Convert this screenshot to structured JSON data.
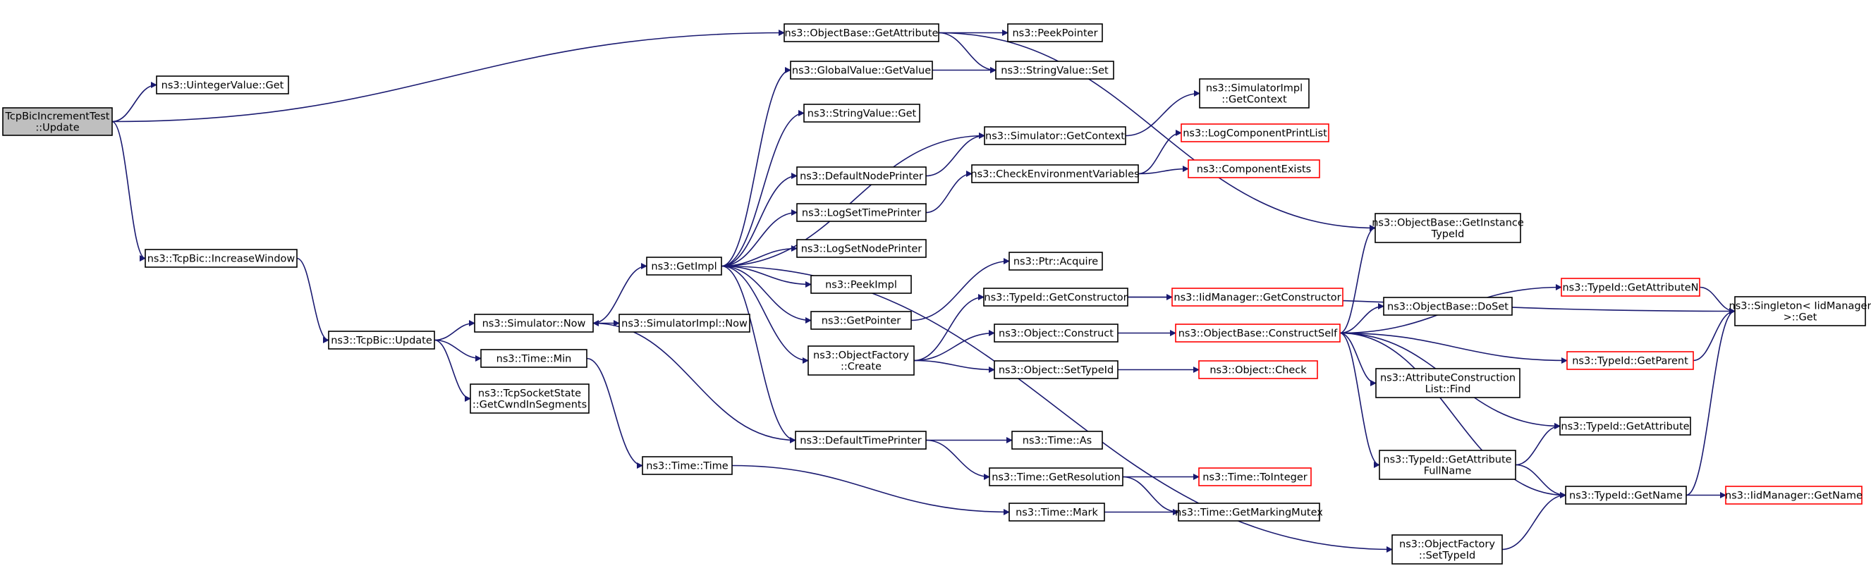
{
  "colors": {
    "edge": "#191970",
    "node_border": "#000000",
    "node_border_incomplete": "#ff0000",
    "node_fill": "#ffffff",
    "root_fill": "#bfbfbf",
    "text": "#000000"
  },
  "nodes": [
    {
      "id": "root",
      "lines": [
        "TcpBicIncrementTest",
        "::Update"
      ],
      "style": "root"
    },
    {
      "id": "uintget",
      "lines": [
        "ns3::UintegerValue::Get"
      ]
    },
    {
      "id": "incwin",
      "lines": [
        "ns3::TcpBic::IncreaseWindow"
      ]
    },
    {
      "id": "bicupdate",
      "lines": [
        "ns3::TcpBic::Update"
      ]
    },
    {
      "id": "simnow",
      "lines": [
        "ns3::Simulator::Now"
      ]
    },
    {
      "id": "timemin",
      "lines": [
        "ns3::Time::Min"
      ]
    },
    {
      "id": "cwnd",
      "lines": [
        "ns3::TcpSocketState",
        "::GetCwndInSegments"
      ]
    },
    {
      "id": "simimplnow",
      "lines": [
        "ns3::SimulatorImpl::Now"
      ]
    },
    {
      "id": "timetime",
      "lines": [
        "ns3::Time::Time"
      ]
    },
    {
      "id": "getimpl",
      "lines": [
        "ns3::GetImpl"
      ]
    },
    {
      "id": "obgetattr",
      "lines": [
        "ns3::ObjectBase::GetAttribute"
      ]
    },
    {
      "id": "gvget",
      "lines": [
        "ns3::GlobalValue::GetValue"
      ]
    },
    {
      "id": "svget",
      "lines": [
        "ns3::StringValue::Get"
      ]
    },
    {
      "id": "defnode",
      "lines": [
        "ns3::DefaultNodePrinter"
      ]
    },
    {
      "id": "logsettime",
      "lines": [
        "ns3::LogSetTimePrinter"
      ]
    },
    {
      "id": "logsetnode",
      "lines": [
        "ns3::LogSetNodePrinter"
      ]
    },
    {
      "id": "peekimpl",
      "lines": [
        "ns3::PeekImpl"
      ]
    },
    {
      "id": "getpointer",
      "lines": [
        "ns3::GetPointer"
      ]
    },
    {
      "id": "ofcreate",
      "lines": [
        "ns3::ObjectFactory",
        "::Create"
      ]
    },
    {
      "id": "deftime",
      "lines": [
        "ns3::DefaultTimePrinter"
      ]
    },
    {
      "id": "peekptr",
      "lines": [
        "ns3::PeekPointer"
      ]
    },
    {
      "id": "svset",
      "lines": [
        "ns3::StringValue::Set"
      ]
    },
    {
      "id": "simgetctx",
      "lines": [
        "ns3::Simulator::GetContext"
      ]
    },
    {
      "id": "checkenv",
      "lines": [
        "ns3::CheckEnvironmentVariables"
      ]
    },
    {
      "id": "ptracq",
      "lines": [
        "ns3::Ptr::Acquire"
      ]
    },
    {
      "id": "tidgetctor",
      "lines": [
        "ns3::TypeId::GetConstructor"
      ]
    },
    {
      "id": "objconstruct",
      "lines": [
        "ns3::Object::Construct"
      ]
    },
    {
      "id": "objsettid",
      "lines": [
        "ns3::Object::SetTypeId"
      ]
    },
    {
      "id": "timeas",
      "lines": [
        "ns3::Time::As"
      ]
    },
    {
      "id": "getres",
      "lines": [
        "ns3::Time::GetResolution"
      ]
    },
    {
      "id": "timemark",
      "lines": [
        "ns3::Time::Mark"
      ]
    },
    {
      "id": "simimplctx",
      "lines": [
        "ns3::SimulatorImpl",
        "::GetContext"
      ]
    },
    {
      "id": "logcomp",
      "lines": [
        "ns3::LogComponentPrintList"
      ],
      "style": "incomplete"
    },
    {
      "id": "compexists",
      "lines": [
        "ns3::ComponentExists"
      ],
      "style": "incomplete"
    },
    {
      "id": "iidgetctor",
      "lines": [
        "ns3::IidManager::GetConstructor"
      ],
      "style": "incomplete"
    },
    {
      "id": "constructself",
      "lines": [
        "ns3::ObjectBase::ConstructSelf"
      ],
      "style": "incomplete"
    },
    {
      "id": "objcheck",
      "lines": [
        "ns3::Object::Check"
      ],
      "style": "incomplete"
    },
    {
      "id": "tointeger",
      "lines": [
        "ns3::Time::ToInteger"
      ],
      "style": "incomplete"
    },
    {
      "id": "getmutex",
      "lines": [
        "ns3::Time::GetMarkingMutex"
      ]
    },
    {
      "id": "obgetinst",
      "lines": [
        "ns3::ObjectBase::GetInstance",
        "TypeId"
      ]
    },
    {
      "id": "obdoset",
      "lines": [
        "ns3::ObjectBase::DoSet"
      ]
    },
    {
      "id": "acfind",
      "lines": [
        "ns3::AttributeConstruction",
        "List::Find"
      ]
    },
    {
      "id": "tidgetattrfull",
      "lines": [
        "ns3::TypeId::GetAttribute",
        "FullName"
      ]
    },
    {
      "id": "ofsettid",
      "lines": [
        "ns3::ObjectFactory",
        "::SetTypeId"
      ]
    },
    {
      "id": "tidgetattrn",
      "lines": [
        "ns3::TypeId::GetAttributeN"
      ],
      "style": "incomplete"
    },
    {
      "id": "tidgetparent",
      "lines": [
        "ns3::TypeId::GetParent"
      ],
      "style": "incomplete"
    },
    {
      "id": "tidgetattr",
      "lines": [
        "ns3::TypeId::GetAttribute"
      ]
    },
    {
      "id": "tidgetname",
      "lines": [
        "ns3::TypeId::GetName"
      ]
    },
    {
      "id": "singleton",
      "lines": [
        "ns3::Singleton< IidManager",
        ">::Get"
      ]
    },
    {
      "id": "iidgetname",
      "lines": [
        "ns3::IidManager::GetName"
      ],
      "style": "incomplete"
    }
  ],
  "edges": [
    {
      "from": "root",
      "to": "uintget"
    },
    {
      "from": "root",
      "to": "obgetattr"
    },
    {
      "from": "root",
      "to": "incwin"
    },
    {
      "from": "incwin",
      "to": "bicupdate"
    },
    {
      "from": "bicupdate",
      "to": "simnow"
    },
    {
      "from": "bicupdate",
      "to": "timemin"
    },
    {
      "from": "bicupdate",
      "to": "cwnd"
    },
    {
      "from": "simnow",
      "to": "getimpl"
    },
    {
      "from": "simnow",
      "to": "simimplnow"
    },
    {
      "from": "timemin",
      "to": "timetime"
    },
    {
      "from": "timetime",
      "to": "timemark"
    },
    {
      "from": "getimpl",
      "to": "gvget"
    },
    {
      "from": "getimpl",
      "to": "svget"
    },
    {
      "from": "getimpl",
      "to": "simgetctx"
    },
    {
      "from": "getimpl",
      "to": "defnode"
    },
    {
      "from": "getimpl",
      "to": "logsettime"
    },
    {
      "from": "getimpl",
      "to": "logsetnode"
    },
    {
      "from": "getimpl",
      "to": "peekimpl"
    },
    {
      "from": "getimpl",
      "to": "getpointer"
    },
    {
      "from": "getimpl",
      "to": "ofcreate"
    },
    {
      "from": "getimpl",
      "to": "deftime"
    },
    {
      "from": "getimpl",
      "to": "ofsettid"
    },
    {
      "from": "obgetattr",
      "to": "peekptr"
    },
    {
      "from": "obgetattr",
      "to": "svset"
    },
    {
      "from": "obgetattr",
      "to": "obgetinst"
    },
    {
      "from": "gvget",
      "to": "svset"
    },
    {
      "from": "defnode",
      "to": "simgetctx"
    },
    {
      "from": "simgetctx",
      "to": "simimplctx"
    },
    {
      "from": "logsettime",
      "to": "checkenv"
    },
    {
      "from": "checkenv",
      "to": "logcomp"
    },
    {
      "from": "checkenv",
      "to": "compexists"
    },
    {
      "from": "getpointer",
      "to": "ptracq"
    },
    {
      "from": "ofcreate",
      "to": "tidgetctor"
    },
    {
      "from": "ofcreate",
      "to": "objconstruct"
    },
    {
      "from": "ofcreate",
      "to": "objsettid"
    },
    {
      "from": "tidgetctor",
      "to": "iidgetctor"
    },
    {
      "from": "tidgetctor",
      "to": "singleton"
    },
    {
      "from": "objconstruct",
      "to": "constructself"
    },
    {
      "from": "objsettid",
      "to": "objcheck"
    },
    {
      "from": "deftime",
      "to": "simnow"
    },
    {
      "from": "deftime",
      "to": "timeas"
    },
    {
      "from": "deftime",
      "to": "getres"
    },
    {
      "from": "getres",
      "to": "tointeger"
    },
    {
      "from": "getres",
      "to": "getmutex"
    },
    {
      "from": "timemark",
      "to": "getmutex"
    },
    {
      "from": "constructself",
      "to": "obgetinst"
    },
    {
      "from": "constructself",
      "to": "tidgetattrn"
    },
    {
      "from": "constructself",
      "to": "obdoset"
    },
    {
      "from": "constructself",
      "to": "tidgetparent"
    },
    {
      "from": "constructself",
      "to": "acfind"
    },
    {
      "from": "constructself",
      "to": "tidgetattr"
    },
    {
      "from": "constructself",
      "to": "tidgetattrfull"
    },
    {
      "from": "constructself",
      "to": "tidgetname"
    },
    {
      "from": "tidgetattrn",
      "to": "singleton"
    },
    {
      "from": "tidgetparent",
      "to": "singleton"
    },
    {
      "from": "tidgetattrfull",
      "to": "tidgetattr"
    },
    {
      "from": "tidgetattrfull",
      "to": "tidgetname"
    },
    {
      "from": "ofsettid",
      "to": "tidgetname"
    },
    {
      "from": "tidgetname",
      "to": "iidgetname"
    },
    {
      "from": "tidgetname",
      "to": "singleton"
    }
  ]
}
